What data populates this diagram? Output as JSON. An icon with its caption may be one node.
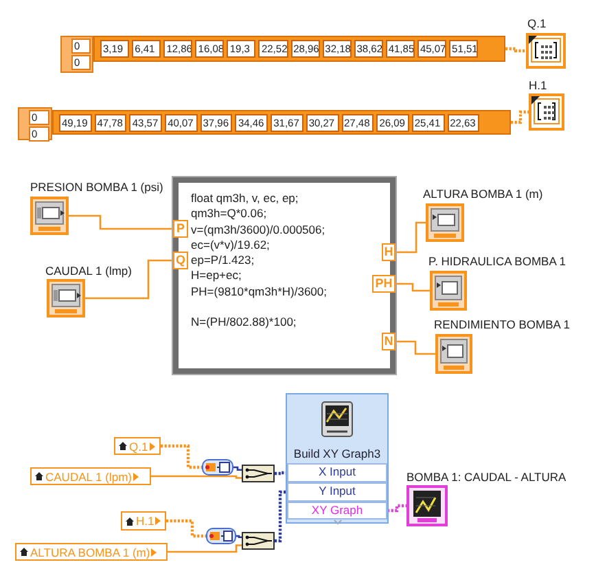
{
  "diagram": {
    "nodes": [
      {
        "text": [
          "0",
          "0",
          "3,19",
          "6,41",
          "12,86",
          "16,08",
          "19,3",
          "22,52",
          "28,96",
          "32,18",
          "38,62",
          "41,85",
          "45,07",
          "51,51"
        ]
      },
      {
        "text": [
          "Q.1"
        ]
      },
      {
        "text": [
          "0",
          "0",
          "49,19",
          "47,78",
          "43,57",
          "40,07",
          "37,96",
          "34,46",
          "31,67",
          "30,27",
          "27,48",
          "26,09",
          "25,41",
          "22,63"
        ]
      },
      {
        "text": [
          "H.1"
        ]
      },
      {
        "text": [
          "PRESION BOMBA 1 (psi)"
        ]
      },
      {
        "text": [
          "CAUDAL 1 (lmp)"
        ]
      },
      {
        "text": [
          "float qm3h, v, ec, ep;",
          "qm3h=Q*0.06;",
          "v=(qm3h/3600)/0.000506;",
          "ec=(v*v)/19.62;",
          "ep=P/1.423;",
          "H=ep+ec;",
          "PH=(9810*qm3h*H)/3600;",
          "N=(PH/802.88)*100;"
        ]
      },
      {
        "text": [
          "P"
        ],
        "in": 6
      },
      {
        "text": [
          "Q"
        ],
        "in": 6
      },
      {
        "text": [
          "H"
        ],
        "in": 6
      },
      {
        "text": [
          "PH"
        ],
        "in": 6
      },
      {
        "text": [
          "N"
        ],
        "in": 6
      },
      {
        "text": [
          "ALTURA BOMBA 1 (m)"
        ]
      },
      {
        "text": [
          "P. HIDRAULICA BOMBA 1"
        ]
      },
      {
        "text": [
          "RENDIMIENTO BOMBA 1"
        ]
      },
      {
        "text": [
          "Q.1"
        ]
      },
      {
        "text": [
          "CAUDAL 1 (lpm)"
        ]
      },
      {
        "text": [],
        "shape": "box"
      },
      {
        "text": [],
        "shape": "box"
      },
      {
        "text": [
          "H.1"
        ]
      },
      {
        "text": [
          "ALTURA BOMBA 1 (m)"
        ]
      },
      {
        "text": [],
        "shape": "box"
      },
      {
        "text": [],
        "shape": "box"
      },
      {
        "text": [
          "Build XY Graph3"
        ]
      },
      {
        "text": [
          "X Input"
        ],
        "in": 23
      },
      {
        "text": [
          "Y Input"
        ],
        "in": 23
      },
      {
        "text": [
          "XY Graph"
        ],
        "in": 23
      },
      {
        "text": [
          "BOMBA 1: CAUDAL - ALTURA"
        ]
      }
    ],
    "edges": [
      {
        "from": 0,
        "to": 1,
        "arrow": "none",
        "style": "dashed"
      },
      {
        "from": 2,
        "to": 3,
        "arrow": "none",
        "style": "dashed"
      },
      {
        "from": 4,
        "to": 7,
        "arrow": "none"
      },
      {
        "from": 5,
        "to": 8,
        "arrow": "none"
      },
      {
        "from": 9,
        "to": 12,
        "arrow": "none"
      },
      {
        "from": 10,
        "to": 13,
        "arrow": "none"
      },
      {
        "from": 11,
        "to": 14,
        "arrow": "none"
      },
      {
        "from": 15,
        "to": 17,
        "arrow": "none",
        "style": "dashed"
      },
      {
        "from": 17,
        "to": 18,
        "arrow": "none",
        "color": "#2b3a9b"
      },
      {
        "from": 16,
        "to": 18,
        "arrow": "none"
      },
      {
        "from": 18,
        "to": 24,
        "arrow": "none",
        "style": "dashed",
        "color": "#2b3a9b"
      },
      {
        "from": 19,
        "to": 21,
        "arrow": "none",
        "style": "dashed"
      },
      {
        "from": 21,
        "to": 22,
        "arrow": "none",
        "color": "#2b3a9b"
      },
      {
        "from": 20,
        "to": 22,
        "arrow": "none"
      },
      {
        "from": 22,
        "to": 25,
        "arrow": "none",
        "style": "dashed",
        "color": "#2b3a9b"
      },
      {
        "from": 26,
        "to": 27,
        "arrow": "none",
        "style": "dashed",
        "color": "#e040d8"
      }
    ]
  }
}
